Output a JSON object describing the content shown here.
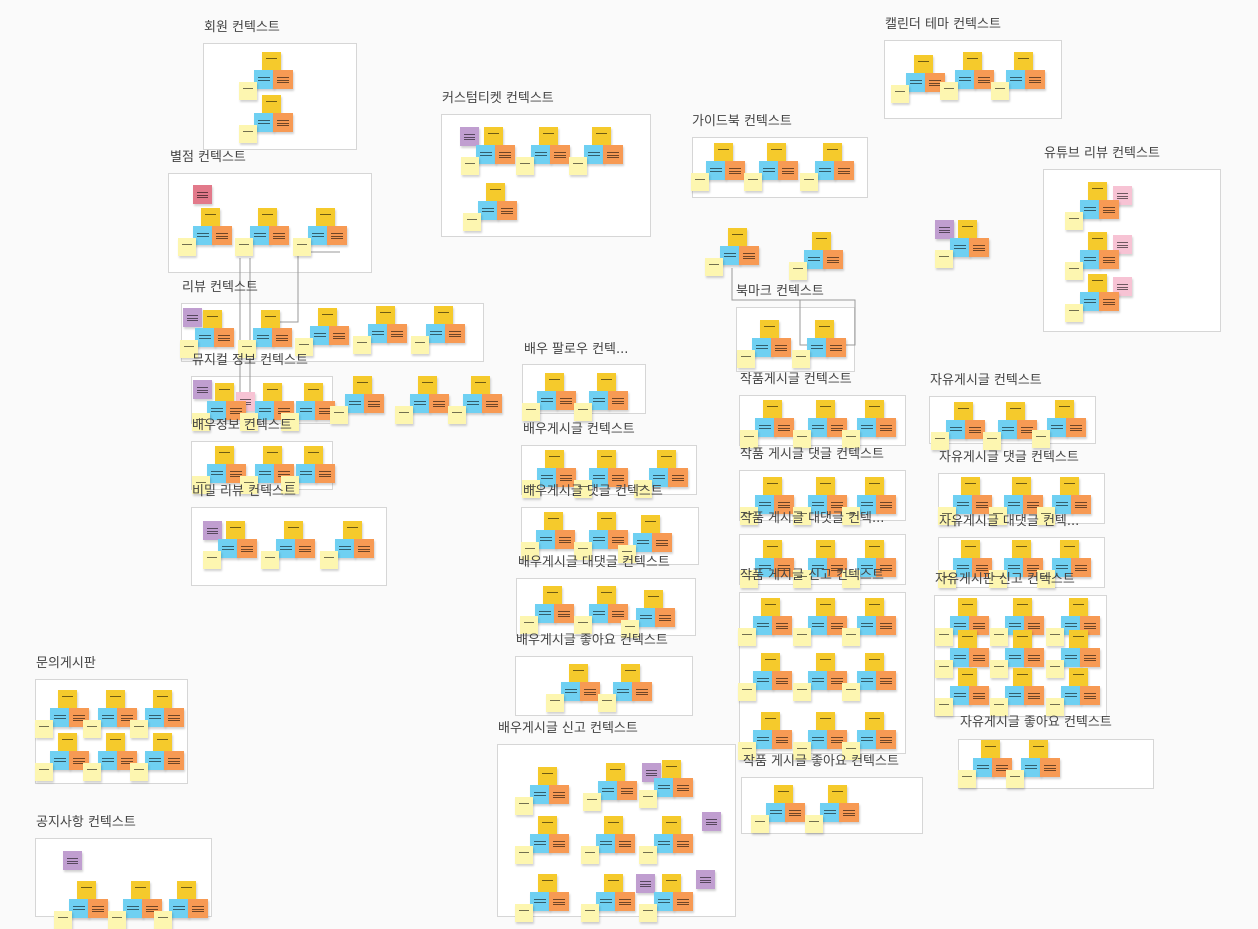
{
  "colors": {
    "yellow": "#f5ca2c",
    "blue": "#6fd0f2",
    "orange": "#f79a54",
    "lightyellow": "#fdf6b0",
    "purple": "#c09ed0",
    "pink": "#f7c3d4",
    "red": "#e2798a"
  },
  "contexts": [
    {
      "id": "member",
      "title": "회원 컨텍스트"
    },
    {
      "id": "calendar-theme",
      "title": "캘린더 테마 컨텍스트"
    },
    {
      "id": "custom-ticket",
      "title": "커스텀티켓 컨텍스트"
    },
    {
      "id": "guidebook",
      "title": "가이드북 컨텍스트"
    },
    {
      "id": "youtube-review",
      "title": "유튜브 리뷰 컨텍스트"
    },
    {
      "id": "rating",
      "title": "별점 컨텍스트"
    },
    {
      "id": "review",
      "title": "리뷰 컨텍스트"
    },
    {
      "id": "bookmark",
      "title": "북마크 컨텍스트"
    },
    {
      "id": "musical-info",
      "title": "뮤지컬 정보 컨텍스트"
    },
    {
      "id": "actor-follow",
      "title": "배우 팔로우 컨텍..."
    },
    {
      "id": "work-post",
      "title": "작품게시글 컨텍스트"
    },
    {
      "id": "free-post",
      "title": "자유게시글 컨텍스트"
    },
    {
      "id": "actor-info",
      "title": "배우정보 컨텍스트"
    },
    {
      "id": "actor-post",
      "title": "배우게시글 컨텍스트"
    },
    {
      "id": "work-post-comment",
      "title": "작품 게시글 댓글 컨텍스트"
    },
    {
      "id": "free-post-comment",
      "title": "자유게시글 댓글 컨텍스트"
    },
    {
      "id": "secret-review",
      "title": "비밀 리뷰 컨텍스트"
    },
    {
      "id": "actor-post-comment",
      "title": "배우게시글 댓글 컨텍스트"
    },
    {
      "id": "work-post-reply",
      "title": "작품 게시글 대댓글 컨텍..."
    },
    {
      "id": "free-post-reply",
      "title": "자유게시글 대댓글 컨텍..."
    },
    {
      "id": "actor-post-reply",
      "title": "배우게시글 대댓글 컨텍스트"
    },
    {
      "id": "work-post-report",
      "title": "작품 게시글 신고 컨텍스트"
    },
    {
      "id": "free-board-report",
      "title": "자유게시판 신고 컨텍스트"
    },
    {
      "id": "actor-post-like",
      "title": "배우게시글 좋아요 컨텍스트"
    },
    {
      "id": "inquiry-board",
      "title": "문의게시판"
    },
    {
      "id": "free-post-like",
      "title": "자유게시글 좋아요 컨텍스트"
    },
    {
      "id": "actor-post-report",
      "title": "배우게시글 신고 컨텍스트"
    },
    {
      "id": "work-post-like",
      "title": "작품 게시글 좋아요 컨텍스트"
    },
    {
      "id": "notice",
      "title": "공지사항 컨텍스트"
    }
  ]
}
